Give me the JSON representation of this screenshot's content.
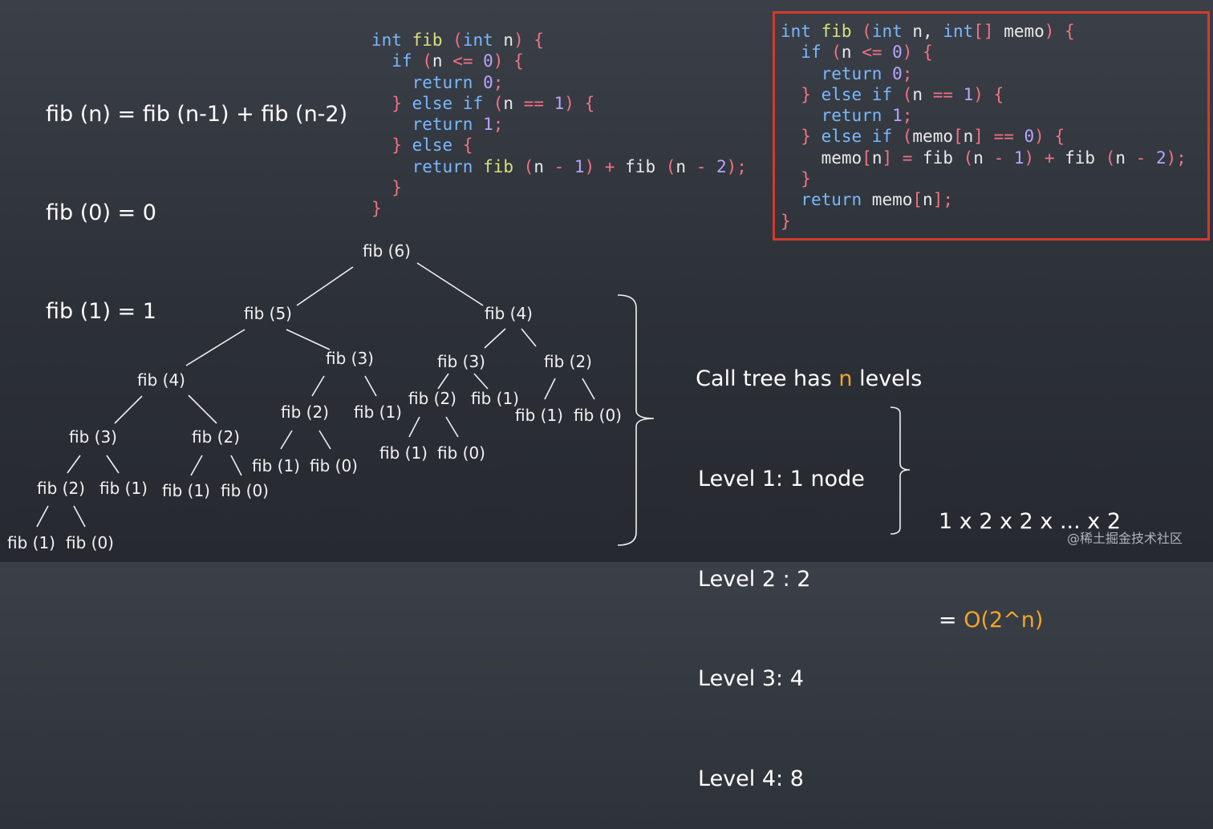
{
  "formulas": [
    "fib (n) = fib (n-1) + fib (n-2)",
    "fib (0) = 0",
    "fib (1) = 1"
  ],
  "code_plain": [
    [
      [
        "int",
        "kw"
      ],
      [
        " ",
        ""
      ],
      [
        "fib",
        "fn"
      ],
      [
        " (",
        "pn"
      ],
      [
        "int",
        "kw"
      ],
      [
        " n",
        "id"
      ],
      [
        ") {",
        "pn"
      ]
    ],
    [
      [
        "  ",
        ""
      ],
      [
        "if",
        "kw"
      ],
      [
        " (",
        "pn"
      ],
      [
        "n",
        "id"
      ],
      [
        " <= ",
        "pn"
      ],
      [
        "0",
        "nm"
      ],
      [
        ") {",
        "pn"
      ]
    ],
    [
      [
        "    ",
        ""
      ],
      [
        "return",
        "kw"
      ],
      [
        " ",
        ""
      ],
      [
        "0",
        "nm"
      ],
      [
        ";",
        "pn"
      ]
    ],
    [
      [
        "  ",
        ""
      ],
      [
        "} ",
        "pn"
      ],
      [
        "else if",
        "kw"
      ],
      [
        " (",
        "pn"
      ],
      [
        "n",
        "id"
      ],
      [
        " == ",
        "pn"
      ],
      [
        "1",
        "nm"
      ],
      [
        ") {",
        "pn"
      ]
    ],
    [
      [
        "    ",
        ""
      ],
      [
        "return",
        "kw"
      ],
      [
        " ",
        ""
      ],
      [
        "1",
        "nm"
      ],
      [
        ";",
        "pn"
      ]
    ],
    [
      [
        "  ",
        ""
      ],
      [
        "} ",
        "pn"
      ],
      [
        "else",
        "kw"
      ],
      [
        " {",
        "pn"
      ]
    ],
    [
      [
        "    ",
        ""
      ],
      [
        "return",
        "kw"
      ],
      [
        " ",
        ""
      ],
      [
        "fib",
        "fn"
      ],
      [
        " (",
        "pn"
      ],
      [
        "n",
        "id"
      ],
      [
        " - ",
        "pn"
      ],
      [
        "1",
        "nm"
      ],
      [
        ") + ",
        "pn"
      ],
      [
        "fib",
        "id"
      ],
      [
        " (",
        "pn"
      ],
      [
        "n",
        "id"
      ],
      [
        " - ",
        "pn"
      ],
      [
        "2",
        "nm"
      ],
      [
        ");",
        "pn"
      ]
    ],
    [
      [
        "  ",
        ""
      ],
      [
        "}",
        "pn"
      ]
    ],
    [
      [
        "}",
        "pn"
      ]
    ]
  ],
  "code_memo": [
    [
      [
        "int",
        "kw"
      ],
      [
        " ",
        ""
      ],
      [
        "fib",
        "fn"
      ],
      [
        " (",
        "pn"
      ],
      [
        "int",
        "kw"
      ],
      [
        " n, ",
        "id"
      ],
      [
        "int",
        "kw"
      ],
      [
        "[]",
        "pn"
      ],
      [
        " memo",
        "id"
      ],
      [
        ") {",
        "pn"
      ]
    ],
    [
      [
        "  ",
        ""
      ],
      [
        "if",
        "kw"
      ],
      [
        " (",
        "pn"
      ],
      [
        "n",
        "id"
      ],
      [
        " <= ",
        "pn"
      ],
      [
        "0",
        "nm"
      ],
      [
        ") {",
        "pn"
      ]
    ],
    [
      [
        "    ",
        ""
      ],
      [
        "return",
        "kw"
      ],
      [
        " ",
        ""
      ],
      [
        "0",
        "nm"
      ],
      [
        ";",
        "pn"
      ]
    ],
    [
      [
        "  ",
        ""
      ],
      [
        "} ",
        "pn"
      ],
      [
        "else if",
        "kw"
      ],
      [
        " (",
        "pn"
      ],
      [
        "n",
        "id"
      ],
      [
        " == ",
        "pn"
      ],
      [
        "1",
        "nm"
      ],
      [
        ") {",
        "pn"
      ]
    ],
    [
      [
        "    ",
        ""
      ],
      [
        "return",
        "kw"
      ],
      [
        " ",
        ""
      ],
      [
        "1",
        "nm"
      ],
      [
        ";",
        "pn"
      ]
    ],
    [
      [
        "  ",
        ""
      ],
      [
        "} ",
        "pn"
      ],
      [
        "else if",
        "kw"
      ],
      [
        " (",
        "pn"
      ],
      [
        "memo",
        "id"
      ],
      [
        "[",
        "pn"
      ],
      [
        "n",
        "id"
      ],
      [
        "] == ",
        "pn"
      ],
      [
        "0",
        "nm"
      ],
      [
        ") {",
        "pn"
      ]
    ],
    [
      [
        "    ",
        ""
      ],
      [
        "memo",
        "id"
      ],
      [
        "[",
        "pn"
      ],
      [
        "n",
        "id"
      ],
      [
        "] = ",
        "pn"
      ],
      [
        "fib",
        "id"
      ],
      [
        " (",
        "pn"
      ],
      [
        "n",
        "id"
      ],
      [
        " - ",
        "pn"
      ],
      [
        "1",
        "nm"
      ],
      [
        ") + ",
        "pn"
      ],
      [
        "fib",
        "id"
      ],
      [
        " (",
        "pn"
      ],
      [
        "n",
        "id"
      ],
      [
        " - ",
        "pn"
      ],
      [
        "2",
        "nm"
      ],
      [
        ");",
        "pn"
      ]
    ],
    [
      [
        "  ",
        ""
      ],
      [
        "}",
        "pn"
      ]
    ],
    [
      [
        "  ",
        ""
      ],
      [
        "return",
        "kw"
      ],
      [
        " memo",
        "id"
      ],
      [
        "[",
        "pn"
      ],
      [
        "n",
        "id"
      ],
      [
        "];",
        "pn"
      ]
    ],
    [
      [
        "}",
        "pn"
      ]
    ]
  ],
  "tree_nodes": [
    "fib (6)",
    "fib (5)",
    "fib (4)",
    "fib (4)",
    "fib (3)",
    "fib (3)",
    "fib (2)",
    "fib (3)",
    "fib (2)",
    "fib (2)",
    "fib (1)",
    "fib (2)",
    "fib (1)",
    "fib (1)",
    "fib (0)",
    "fib (2)",
    "fib (1)",
    "fib (1)",
    "fib (0)",
    "fib (1)",
    "fib (0)",
    "fib (1)",
    "fib (0)",
    "fib (1)",
    "fib (0)"
  ],
  "callout": {
    "prefix": "Call tree has ",
    "highlight": "n",
    "suffix": " levels"
  },
  "levels": [
    "Level 1: 1 node",
    "Level 2 : 2",
    "Level 3: 4",
    "Level 4: 8"
  ],
  "result": {
    "line1": "1 x 2 x 2 x ... x 2",
    "prefix": "= ",
    "highlight": "O(2^n)"
  },
  "watermark": "@稀土掘金技术社区",
  "colors": {
    "highlight": "#f5a524",
    "memo_border": "#d33a2c",
    "keyword": "#79b8ff",
    "function": "#d7e07a",
    "punct": "#f47184",
    "number": "#b9a3ff"
  }
}
